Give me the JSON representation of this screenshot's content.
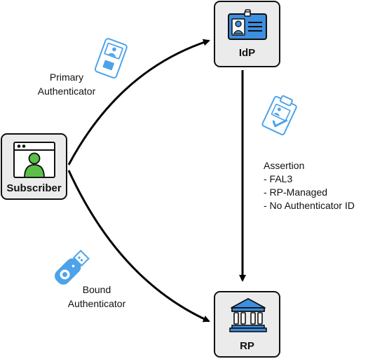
{
  "nodes": {
    "idp": {
      "label": "IdP",
      "icon": "id-badge-icon"
    },
    "subscriber": {
      "label": "Subscriber",
      "icon": "user-browser-icon"
    },
    "rp": {
      "label": "RP",
      "icon": "bank-building-icon"
    }
  },
  "edges": {
    "primary": {
      "label_line1": "Primary",
      "label_line2": "Authenticator",
      "icon": "id-card-icon"
    },
    "bound": {
      "label_line1": "Bound",
      "label_line2": "Authenticator",
      "icon": "usb-security-key-icon"
    },
    "assertion": {
      "title": "Assertion",
      "items": [
        "- FAL3",
        "- RP-Managed",
        "- No Authenticator ID"
      ],
      "icon": "clipboard-check-icon"
    }
  },
  "colors": {
    "accent_blue": "#3d8fe0",
    "light_blue": "#4da3ea",
    "subscriber_green": "#5bbf4a",
    "node_fill": "#ebebeb"
  }
}
